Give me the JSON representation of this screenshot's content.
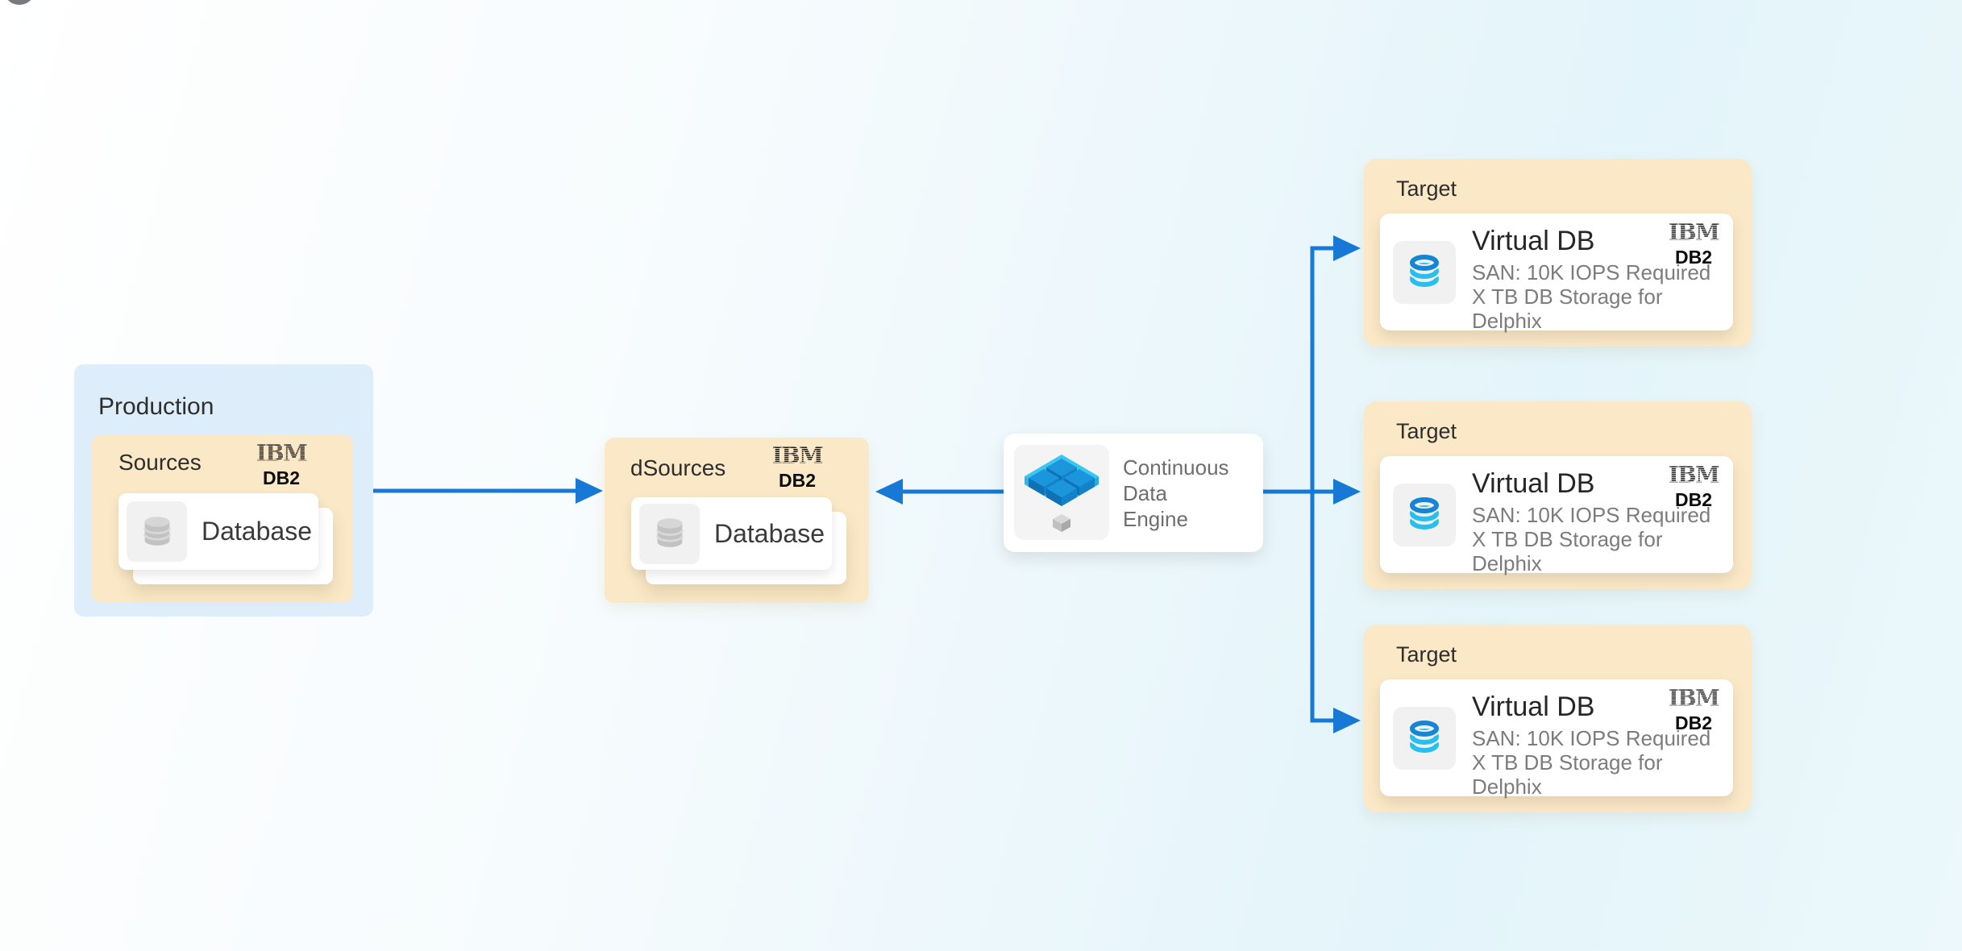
{
  "palette": {
    "background_start": "#ffffff",
    "background_end": "#e3f4fa",
    "group_tan": "#fae8c6",
    "group_blue": "#deedfa",
    "arrow_blue": "#1778d5",
    "card_white": "#ffffff",
    "icon_tile_gray": "#f1f1f1",
    "text_primary": "#2e2e2e",
    "text_secondary": "#6e6e6e",
    "text_muted": "#7c7c7c",
    "db_cylinder_gray": "#c2c2c2",
    "vdb_ring_blue": "#1685d5",
    "vdb_ring_cyan": "#27bfee",
    "engine_slab_cyan": "#3ac7f2",
    "engine_cube_blue": "#1b95dc"
  },
  "production": {
    "label": "Production",
    "sources": {
      "label": "Sources",
      "logo": {
        "brand": "IBM",
        "product": "DB2"
      },
      "database": {
        "label": "Database"
      }
    }
  },
  "dsources": {
    "label": "dSources",
    "logo": {
      "brand": "IBM",
      "product": "DB2"
    },
    "database": {
      "label": "Database"
    }
  },
  "engine": {
    "lines": [
      "Continuous",
      "Data",
      "Engine"
    ]
  },
  "targets": [
    {
      "label": "Target",
      "card": {
        "title": "Virtual DB",
        "specs": [
          "SAN: 10K IOPS Required",
          "X TB DB Storage for Delphix"
        ],
        "logo": {
          "brand": "IBM",
          "product": "DB2"
        }
      }
    },
    {
      "label": "Target",
      "card": {
        "title": "Virtual DB",
        "specs": [
          "SAN: 10K IOPS Required",
          "X TB DB Storage for Delphix"
        ],
        "logo": {
          "brand": "IBM",
          "product": "DB2"
        }
      }
    },
    {
      "label": "Target",
      "card": {
        "title": "Virtual DB",
        "specs": [
          "SAN: 10K IOPS Required",
          "X TB DB Storage for Delphix"
        ],
        "logo": {
          "brand": "IBM",
          "product": "DB2"
        }
      }
    }
  ]
}
